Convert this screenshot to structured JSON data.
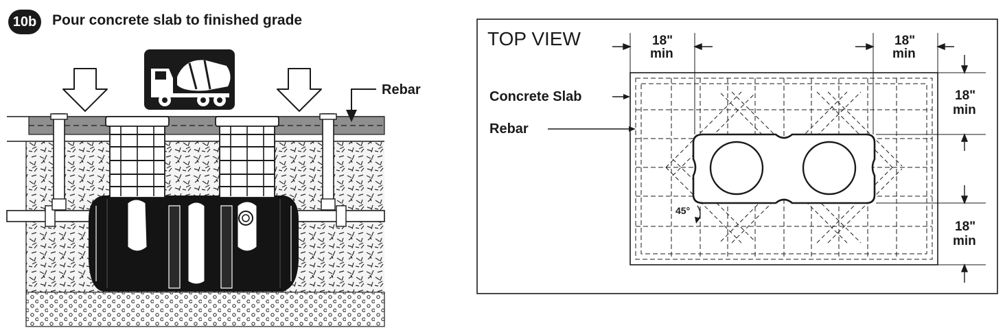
{
  "step": {
    "badge": "10b",
    "title": "Pour concrete slab to finished grade"
  },
  "left_diagram": {
    "rebar_label": "Rebar",
    "truck_icon": "cement-mixer-truck-icon"
  },
  "top_view": {
    "title": "TOP VIEW",
    "concrete_slab_label": "Concrete Slab",
    "rebar_label": "Rebar",
    "dim_left_value": "18\"",
    "dim_left_unit": "min",
    "dim_right_value": "18\"",
    "dim_right_unit": "min",
    "dim_top_value": "18\"",
    "dim_top_unit": "min",
    "dim_bottom_value": "18\"",
    "dim_bottom_unit": "min",
    "angle_label": "45°"
  },
  "colors": {
    "ink": "#1a1a1a",
    "slab": "#8f8f8f",
    "tank": "#141414"
  }
}
